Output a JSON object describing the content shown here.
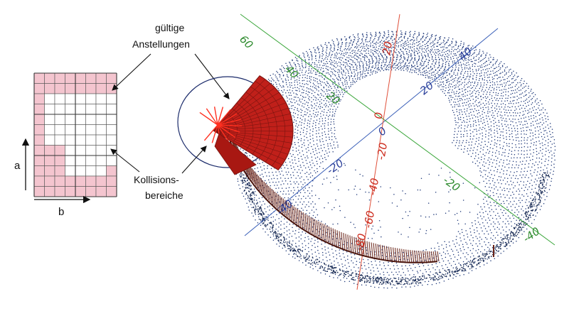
{
  "left_panel": {
    "axis_a": "a",
    "axis_b": "b",
    "grid": {
      "rows": 12,
      "cols": 8,
      "valid_cells": [
        [
          2,
          1
        ],
        [
          2,
          2
        ],
        [
          2,
          3
        ],
        [
          2,
          4
        ],
        [
          2,
          5
        ],
        [
          2,
          6
        ],
        [
          2,
          7
        ],
        [
          3,
          1
        ],
        [
          3,
          2
        ],
        [
          3,
          3
        ],
        [
          3,
          4
        ],
        [
          3,
          5
        ],
        [
          3,
          6
        ],
        [
          3,
          7
        ],
        [
          4,
          1
        ],
        [
          4,
          2
        ],
        [
          4,
          3
        ],
        [
          4,
          4
        ],
        [
          4,
          5
        ],
        [
          4,
          6
        ],
        [
          4,
          7
        ],
        [
          5,
          1
        ],
        [
          5,
          2
        ],
        [
          5,
          3
        ],
        [
          5,
          4
        ],
        [
          5,
          5
        ],
        [
          5,
          6
        ],
        [
          5,
          7
        ],
        [
          6,
          1
        ],
        [
          6,
          2
        ],
        [
          6,
          3
        ],
        [
          6,
          4
        ],
        [
          6,
          5
        ],
        [
          6,
          6
        ],
        [
          6,
          7
        ],
        [
          7,
          3
        ],
        [
          7,
          4
        ],
        [
          7,
          5
        ],
        [
          7,
          6
        ],
        [
          7,
          7
        ],
        [
          8,
          3
        ],
        [
          8,
          4
        ],
        [
          8,
          5
        ],
        [
          8,
          6
        ],
        [
          8,
          7
        ],
        [
          9,
          3
        ],
        [
          9,
          4
        ],
        [
          9,
          5
        ],
        [
          9,
          6
        ]
      ],
      "colors": {
        "collision": "#f4c5cf",
        "valid": "#ffffff",
        "line": "#555555"
      }
    }
  },
  "labels": {
    "valid": [
      "gültige",
      "Anstellungen"
    ],
    "collision": [
      "Kollisions-",
      "bereiche"
    ]
  },
  "plot3d": {
    "tick_labels": [
      {
        "text": "60",
        "color": "#2e8b2e"
      },
      {
        "text": "40",
        "color": "#2e8b2e"
      },
      {
        "text": "20",
        "color": "#2e8b2e"
      },
      {
        "text": "20",
        "color": "#cc2b1d"
      },
      {
        "text": "40",
        "color": "#2b3f9a"
      },
      {
        "text": "20",
        "color": "#2b3f9a"
      },
      {
        "text": "0",
        "color": "#cc2b1d"
      },
      {
        "text": "0",
        "color": "#2b3f9a"
      },
      {
        "text": "-20",
        "color": "#cc2b1d"
      },
      {
        "text": "-20",
        "color": "#2b3f9a"
      },
      {
        "text": "-20",
        "color": "#2e8b2e"
      },
      {
        "text": "-40",
        "color": "#cc2b1d"
      },
      {
        "text": "-60",
        "color": "#cc2b1d"
      },
      {
        "text": "-40",
        "color": "#2b3f9a"
      },
      {
        "text": "-80",
        "color": "#cc2b1d"
      },
      {
        "text": "-40",
        "color": "#2e8b2e"
      }
    ],
    "colors": {
      "points": "#203a7a",
      "cone": "#c0201a",
      "cone_dark": "#7a1410",
      "trail": "#6a2418",
      "axis_x": "#3a5fb8",
      "axis_y": "#3aa63a",
      "axis_z": "#e0503a"
    }
  }
}
